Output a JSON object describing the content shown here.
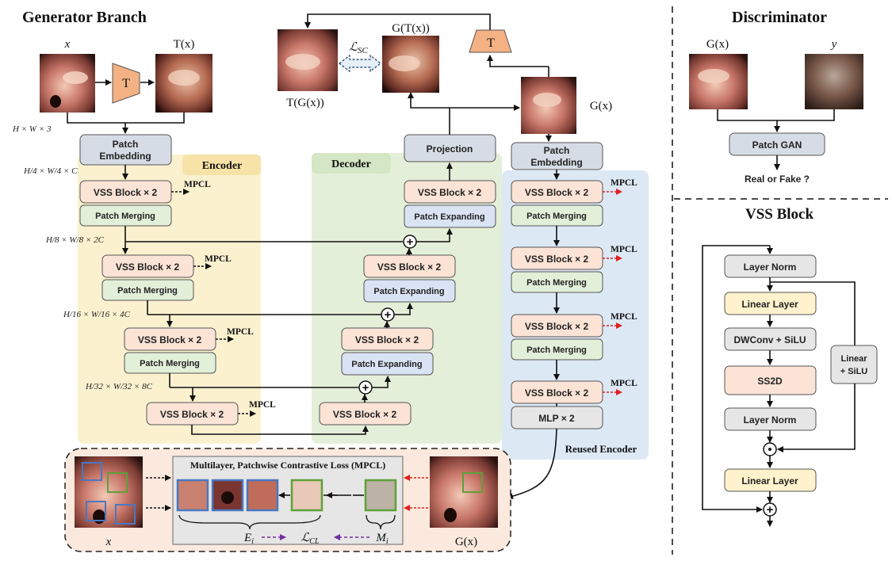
{
  "generator": {
    "title": "Generator Branch",
    "input_label": "x",
    "transformed_label": "T(x)",
    "t_label": "T",
    "shape_label": "H × W × 3",
    "patch_embedding": "Patch Embedding",
    "encoder_label": "Encoder",
    "decoder_label": "Decoder",
    "projection_label": "Projection",
    "gtx_label": "G(T(x))",
    "tgx_label": "T(G(x))",
    "gx_label": "G(x)",
    "sc_loss_label": "ℒSC",
    "reused_encoder_label": "Reused Encoder",
    "vss_block": "VSS Block × 2",
    "patch_merging": "Patch Merging",
    "patch_expanding": "Patch Expanding",
    "mlp": "MLP × 2",
    "mpcl": "MPCL",
    "dims": [
      "H/4 × W/4 × C",
      "H/8 × W/8 × 2C",
      "H/16 × W/16 × 4C",
      "H/32 × W/32 × 8C"
    ]
  },
  "contrastive": {
    "title": "Multilayer, Patchwise Contrastive Loss (MPCL)",
    "x_label": "x",
    "gx_label": "G(x)",
    "ei_label": "Ei",
    "mi_label": "Mi",
    "cl_label": "ℒCL"
  },
  "discriminator": {
    "title": "Discriminator",
    "gx_label": "G(x)",
    "y_label": "y",
    "patch_gan": "Patch GAN",
    "output": "Real or Fake ?"
  },
  "vss_block": {
    "title": "VSS Block",
    "layer_norm_1": "Layer Norm",
    "linear_1": "Linear Layer",
    "dwconv": "DWConv + SiLU",
    "ss2d": "SS2D",
    "layer_norm_2": "Layer Norm",
    "linear_2": "Linear Layer",
    "side_branch": "Linear + SiLU"
  },
  "colors": {
    "encoder_bg": "#fbf1cf",
    "decoder_bg": "#e4efd9",
    "reused_bg": "#dde8f5",
    "vss_fill": "#fbe3d6",
    "merging_fill": "#e2efd9",
    "expanding_fill": "#dae3f3",
    "embedding_fill": "#d6dce5",
    "grey_fill": "#e7e6e6",
    "linear_fill": "#fff2cc",
    "t_fill": "#f4b183",
    "mpcl_red": "#e02020",
    "cl_purple": "#7030a0"
  }
}
